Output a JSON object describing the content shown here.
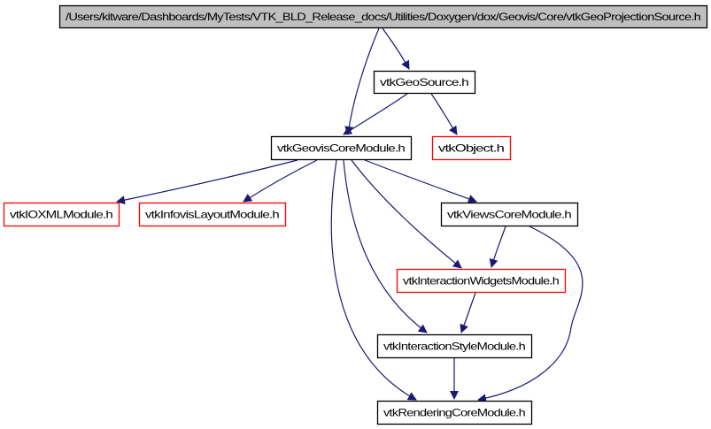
{
  "diagram": {
    "type": "include-dependency-graph",
    "edge_color": "#191970",
    "nodes": [
      {
        "id": "root",
        "label": "/Users/kitware/Dashboards/MyTests/VTK_BLD_Release_docs/Utilities/Doxygen/dox/Geovis/Core/vtkGeoProjectionSource.h",
        "style": "root",
        "fill": "#bfbfbf",
        "border": "#000000"
      },
      {
        "id": "geosource",
        "label": "vtkGeoSource.h",
        "style": "documented",
        "fill": "#ffffff",
        "border": "#000000"
      },
      {
        "id": "geoviscore",
        "label": "vtkGeovisCoreModule.h",
        "style": "documented",
        "fill": "#ffffff",
        "border": "#000000"
      },
      {
        "id": "object",
        "label": "vtkObject.h",
        "style": "truncated",
        "fill": "#ffffff",
        "border": "#ff0000"
      },
      {
        "id": "ioxml",
        "label": "vtkIOXMLModule.h",
        "style": "truncated",
        "fill": "#ffffff",
        "border": "#ff0000"
      },
      {
        "id": "infovislayout",
        "label": "vtkInfovisLayoutModule.h",
        "style": "truncated",
        "fill": "#ffffff",
        "border": "#ff0000"
      },
      {
        "id": "viewscore",
        "label": "vtkViewsCoreModule.h",
        "style": "documented",
        "fill": "#ffffff",
        "border": "#000000"
      },
      {
        "id": "interactionwidgets",
        "label": "vtkInteractionWidgetsModule.h",
        "style": "truncated",
        "fill": "#ffffff",
        "border": "#ff0000"
      },
      {
        "id": "interactionstyle",
        "label": "vtkInteractionStyleModule.h",
        "style": "documented",
        "fill": "#ffffff",
        "border": "#000000"
      },
      {
        "id": "renderingcore",
        "label": "vtkRenderingCoreModule.h",
        "style": "documented",
        "fill": "#ffffff",
        "border": "#000000"
      }
    ],
    "edges": [
      {
        "from": "root",
        "to": "geoviscore"
      },
      {
        "from": "root",
        "to": "geosource"
      },
      {
        "from": "geosource",
        "to": "geoviscore"
      },
      {
        "from": "geosource",
        "to": "object"
      },
      {
        "from": "geoviscore",
        "to": "ioxml"
      },
      {
        "from": "geoviscore",
        "to": "infovislayout"
      },
      {
        "from": "geoviscore",
        "to": "viewscore"
      },
      {
        "from": "geoviscore",
        "to": "interactionwidgets"
      },
      {
        "from": "geoviscore",
        "to": "interactionstyle"
      },
      {
        "from": "geoviscore",
        "to": "renderingcore"
      },
      {
        "from": "viewscore",
        "to": "interactionwidgets"
      },
      {
        "from": "viewscore",
        "to": "renderingcore"
      },
      {
        "from": "interactionwidgets",
        "to": "interactionstyle"
      },
      {
        "from": "interactionstyle",
        "to": "renderingcore"
      }
    ]
  }
}
